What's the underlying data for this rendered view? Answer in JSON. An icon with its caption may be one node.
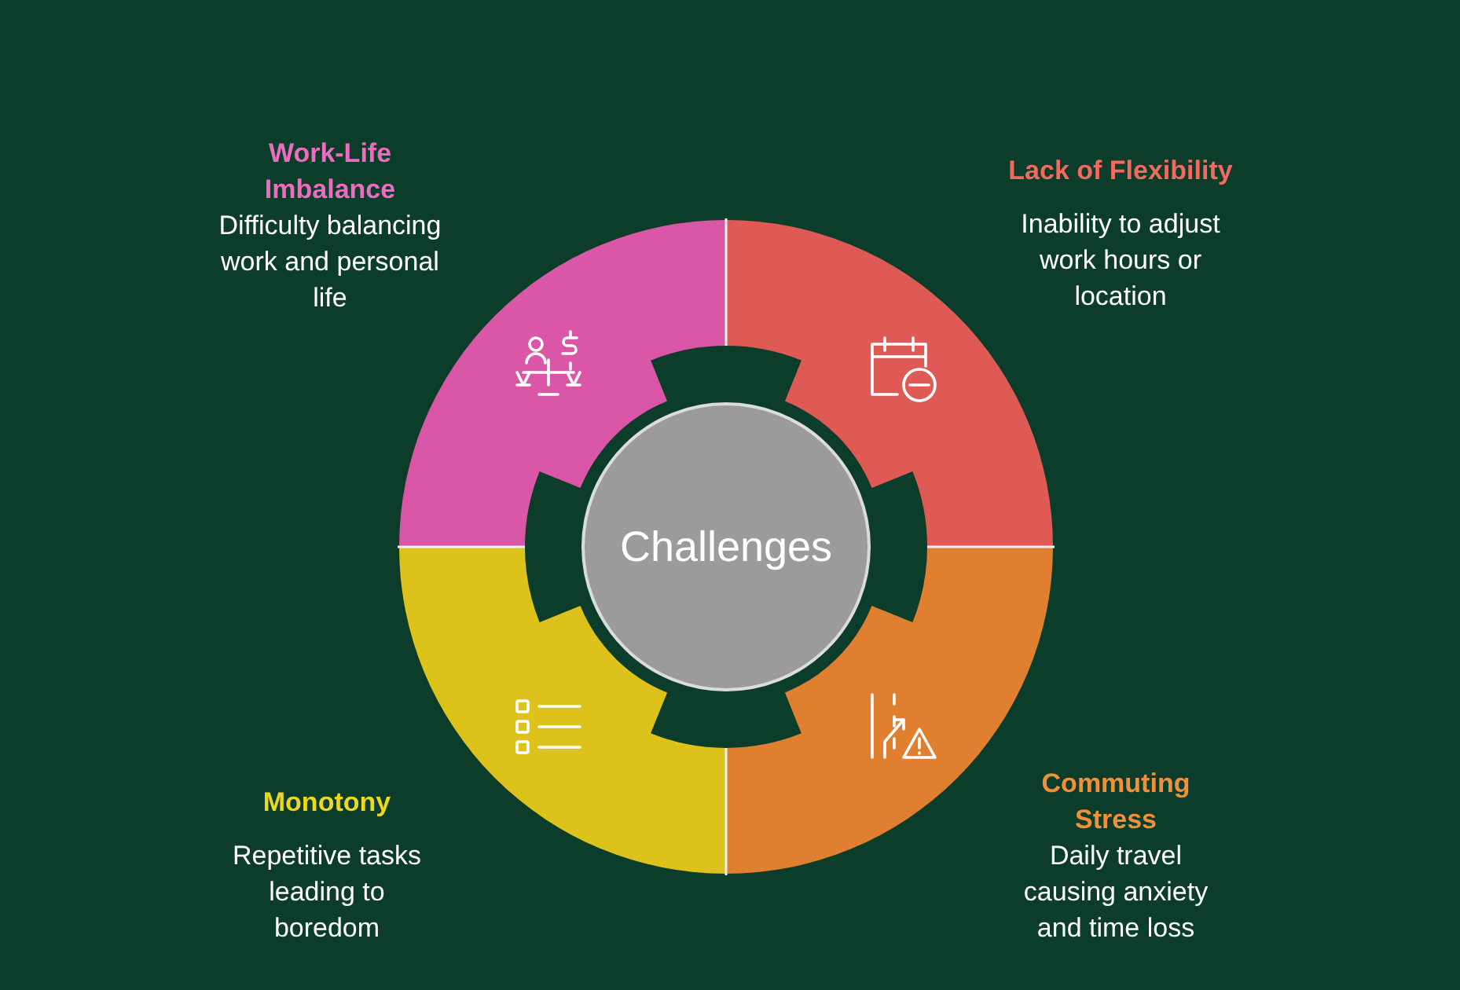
{
  "diagram": {
    "nodes": [
      {
        "text": [
          "Challenges"
        ]
      },
      {
        "text": [
          "Work-Life Imbalance",
          "Difficulty balancing work and personal life"
        ]
      },
      {
        "text": [
          "Lack of Flexibility",
          "Inability to adjust work hours or location"
        ]
      },
      {
        "text": [
          "Commuting Stress",
          "Daily travel causing anxiety and time loss"
        ]
      },
      {
        "text": [
          "Monotony",
          "Repetitive tasks leading to boredom"
        ]
      }
    ]
  }
}
